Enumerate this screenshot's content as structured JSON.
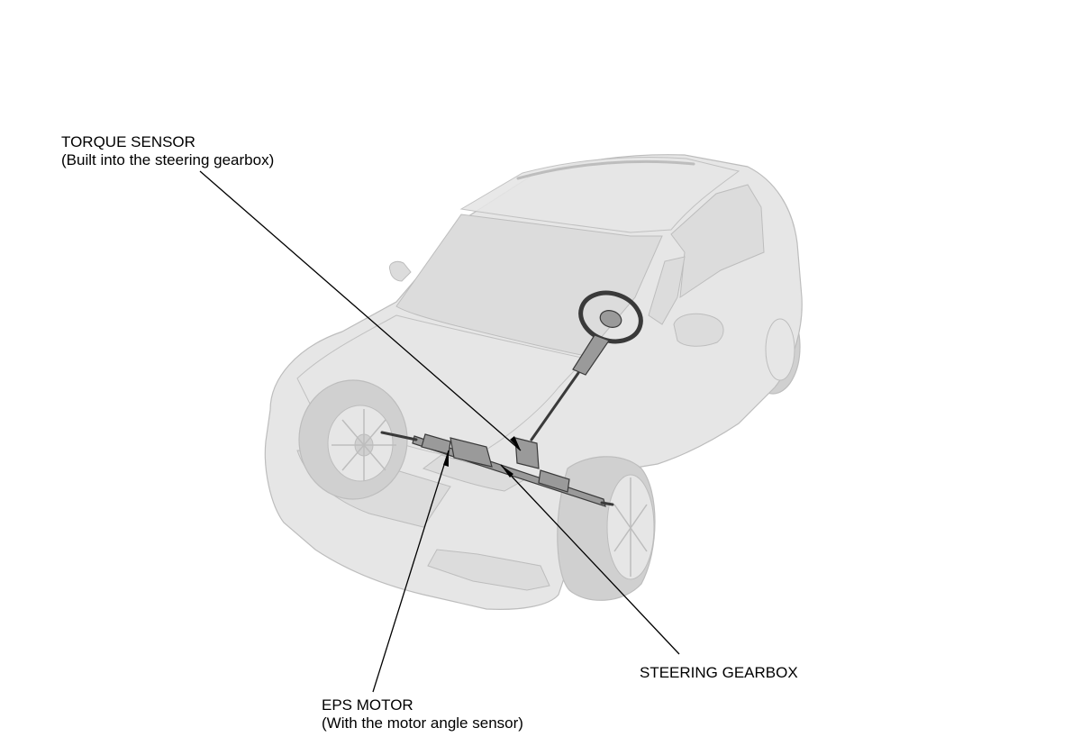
{
  "callouts": {
    "torque_sensor": {
      "title": "TORQUE SENSOR",
      "note": "(Built into the steering gearbox)"
    },
    "steering_gearbox": {
      "title": "STEERING GEARBOX"
    },
    "eps_motor": {
      "title": "EPS MOTOR",
      "note": "(With the motor angle sensor)"
    }
  },
  "colors": {
    "body_fill": "#e6e6e6",
    "body_edge": "#bdbdbd",
    "glass_fill": "#dcdcdc",
    "tire_fill": "#d0d0d0",
    "component_fill": "#9a9a9a",
    "component_edge": "#3a3a3a",
    "leader_line": "#000000"
  }
}
